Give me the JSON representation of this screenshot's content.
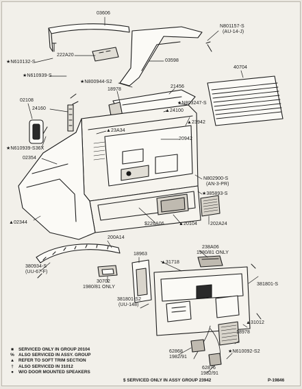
{
  "callouts": [
    {
      "id": "c-03606",
      "text": "03606"
    },
    {
      "id": "c-n801157",
      "text": "N801157-S"
    },
    {
      "id": "c-au14j",
      "text": "(AU-14-J)"
    },
    {
      "id": "c-n610132",
      "text": "★N610132-S"
    },
    {
      "id": "c-222a20",
      "text": "222A20"
    },
    {
      "id": "c-03598",
      "text": "03598"
    },
    {
      "id": "c-40704",
      "text": "40704"
    },
    {
      "id": "c-n610939s",
      "text": "★N610939-S"
    },
    {
      "id": "c-n800944",
      "text": "★N800944-S2"
    },
    {
      "id": "c-21456",
      "text": "21456"
    },
    {
      "id": "c-18978a",
      "text": "18978"
    },
    {
      "id": "c-n803247",
      "text": "★N803247-S"
    },
    {
      "id": "c-02108",
      "text": "02108"
    },
    {
      "id": "c-24160",
      "text": "24160"
    },
    {
      "id": "c-24100",
      "text": "▲24100"
    },
    {
      "id": "c-23942",
      "text": "▲23942"
    },
    {
      "id": "c-23a34",
      "text": "▲23A34"
    },
    {
      "id": "c-20942",
      "text": "20942"
    },
    {
      "id": "c-n610939s36x",
      "text": "★N610939-S36X"
    },
    {
      "id": "c-02354",
      "text": "02354"
    },
    {
      "id": "c-n802900",
      "text": "N802900-S"
    },
    {
      "id": "c-an3pr",
      "text": "(AN-3-PR)"
    },
    {
      "id": "c-385893",
      "text": "★385893-S"
    },
    {
      "id": "c-02344",
      "text": "▲02344"
    },
    {
      "id": "c-226a06",
      "text": "$226A06"
    },
    {
      "id": "c-20104",
      "text": "▲20104"
    },
    {
      "id": "c-202a24",
      "text": "202A24"
    },
    {
      "id": "c-200a14",
      "text": "200A14"
    },
    {
      "id": "c-380934",
      "text": "380934-S"
    },
    {
      "id": "c-uu67f",
      "text": "(UU-67-F)"
    },
    {
      "id": "c-18963",
      "text": "18963"
    },
    {
      "id": "c-238a06",
      "text": "238A06"
    },
    {
      "id": "c-1980only",
      "text": "1980/81 ONLY"
    },
    {
      "id": "c-31718",
      "text": "▲31718"
    },
    {
      "id": "c-30702",
      "text": "30702"
    },
    {
      "id": "c-1980only2",
      "text": "1980/81 ONLY"
    },
    {
      "id": "c-381801s",
      "text": "381801-S"
    },
    {
      "id": "c-381801s2",
      "text": "381801-S2"
    },
    {
      "id": "c-uu148",
      "text": "(UU-148)"
    },
    {
      "id": "c-31012",
      "text": "▲31012"
    },
    {
      "id": "c-18978b",
      "text": "18978"
    },
    {
      "id": "c-62868",
      "text": "62868"
    },
    {
      "id": "c-198291a",
      "text": "1982/91"
    },
    {
      "id": "c-n610092",
      "text": "★N610092-S2"
    },
    {
      "id": "c-62876",
      "text": "62876"
    },
    {
      "id": "c-198291b",
      "text": "1982/91"
    }
  ],
  "legend": [
    {
      "sym": "■",
      "text": "SERVICED ONLY IN GROUP 20104"
    },
    {
      "sym": "%",
      "text": "ALSO SERVICED IN ASSY. GROUP"
    },
    {
      "sym": "▲",
      "text": "REFER TO SOFT TRIM SECTION"
    },
    {
      "sym": "†",
      "text": "ALSO SERVICED IN 31012"
    },
    {
      "sym": "●",
      "text": "W/O DOOR MOUNTED SPEAKERS"
    }
  ],
  "footnote": "$ SERVICED ONLY IN ASSY GROUP 23942",
  "figure_number": "P-19846"
}
